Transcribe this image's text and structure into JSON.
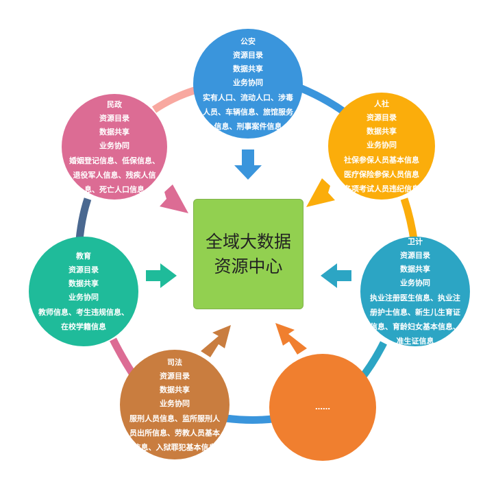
{
  "colors": {
    "gongan": "#3a95dc",
    "renshe": "#fbad0b",
    "weiji": "#2ca5c4",
    "more": "#f07f2f",
    "sifa": "#c97d3f",
    "jiaoyu": "#1fbb9a",
    "minzheng": "#dc6c94",
    "center": "#92d050"
  },
  "center": {
    "line1": "全域大数据",
    "line2": "资源中心"
  },
  "nodes": {
    "gongan": {
      "title": "公安",
      "l1": "资源目录",
      "l2": "数据共享",
      "l3": "业务协同",
      "d1": "实有人口、流动人口、涉毒",
      "d2": "人员、车辆信息、旅馆服务",
      "d3": "信息、刑事案件信息"
    },
    "renshe": {
      "title": "人社",
      "l1": "资源目录",
      "l2": "数据共享",
      "l3": "业务协同",
      "d1": "社保参保人员基本信息",
      "d2": "医疗保险参保人员信息",
      "d3": "各项考试人员违纪信息"
    },
    "weiji": {
      "title": "卫计",
      "l1": "资源目录",
      "l2": "数据共享",
      "l3": "业务协同",
      "d1": "执业注册医生信息、执业注",
      "d2": "册护士信息、新生儿生育证",
      "d3": "信息、育龄妇女基本信息、",
      "d4": "准生证信息"
    },
    "more": {
      "title": "……"
    },
    "sifa": {
      "title": "司法",
      "l1": "资源目录",
      "l2": "数据共享",
      "l3": "业务协同",
      "d1": "服刑人员信息、监所服刑人",
      "d2": "员出所信息、劳教人员基本",
      "d3": "信息、入狱罪犯基本信息"
    },
    "jiaoyu": {
      "title": "教育",
      "l1": "资源目录",
      "l2": "数据共享",
      "l3": "业务协同",
      "d1": "教师信息、考生违规信息、",
      "d2": "在校学籍信息"
    },
    "minzheng": {
      "title": "民政",
      "l1": "资源目录",
      "l2": "数据共享",
      "l3": "业务协同",
      "d1": "婚姻登记信息、低保信息、",
      "d2": "退役军人信息、残疾人信",
      "d3": "息、死亡人口信息"
    }
  }
}
